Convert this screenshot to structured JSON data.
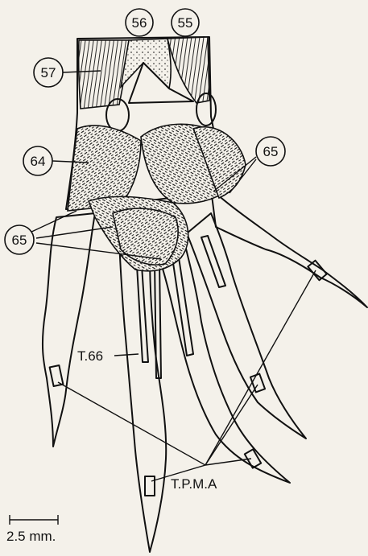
{
  "labels": {
    "m56": "56",
    "m55": "55",
    "m57": "57",
    "m64": "64",
    "m65_right": "65",
    "m65_left": "65",
    "t66": "T.66",
    "tpma": "T.P.M.A"
  },
  "scale_bar": {
    "label": "2.5 mm."
  },
  "colors": {
    "ink": "#111111",
    "paper": "#f4f1ea"
  }
}
